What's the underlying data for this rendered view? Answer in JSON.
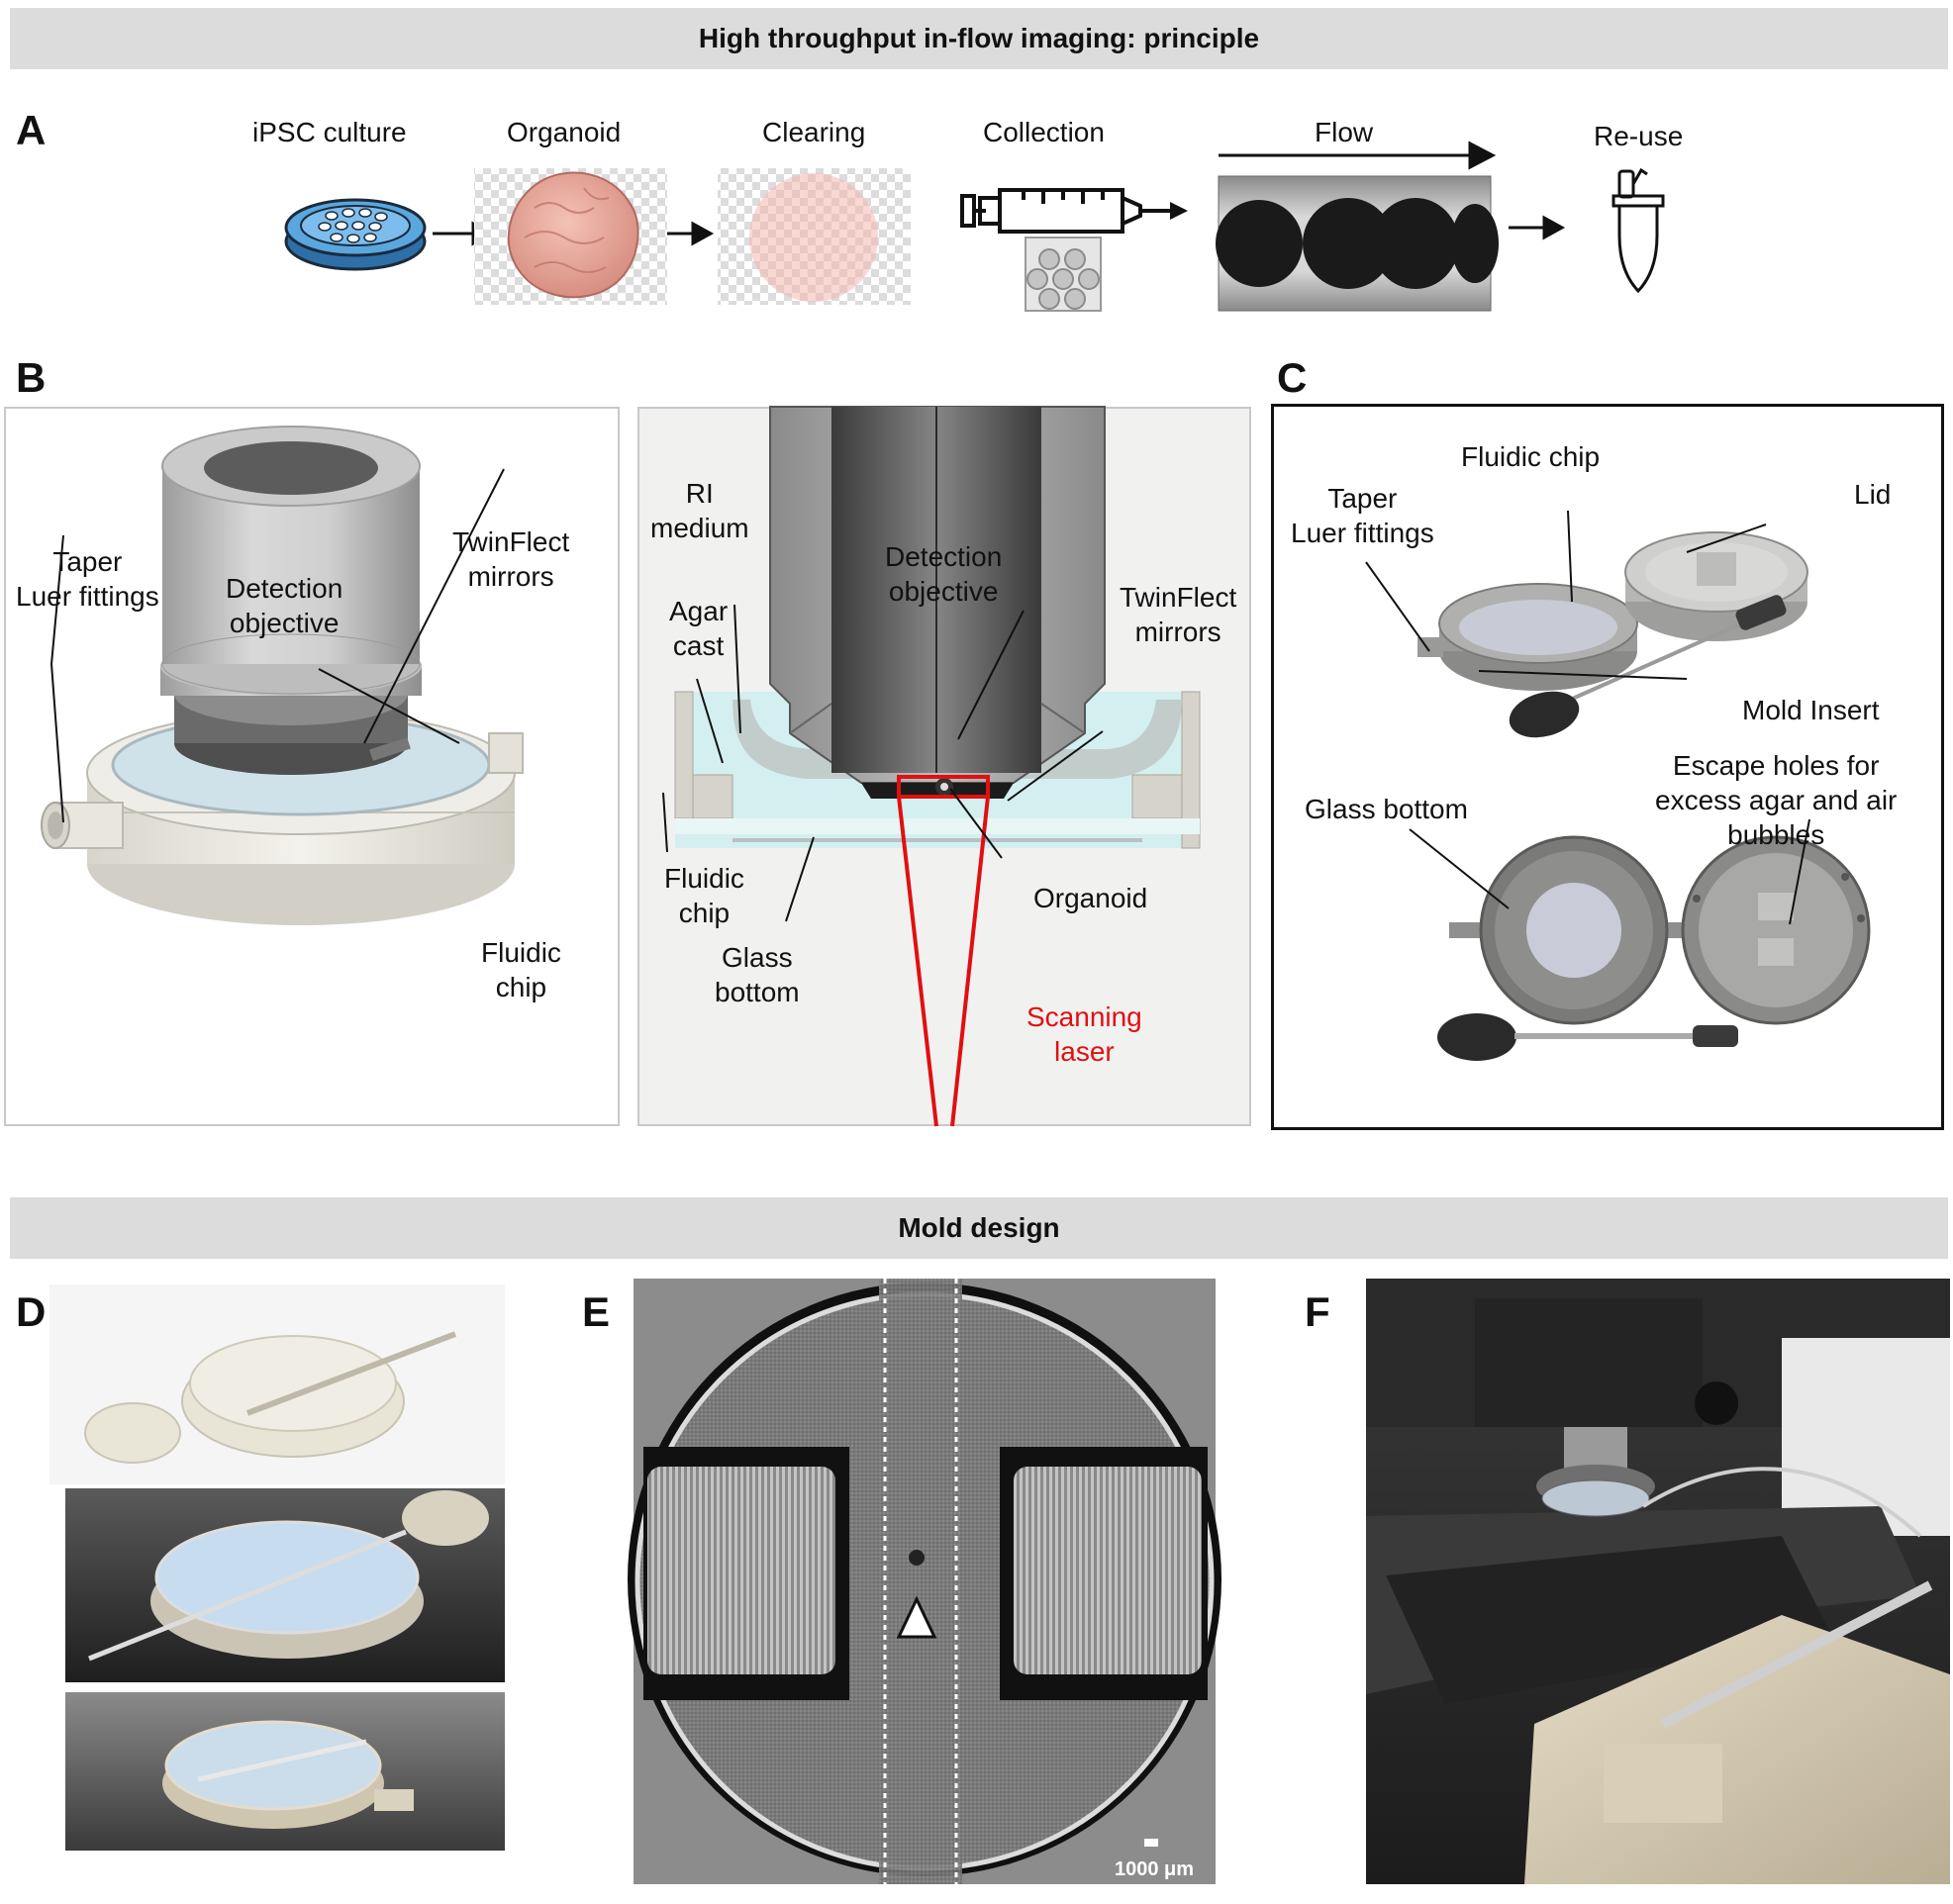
{
  "banners": {
    "principle": "High throughput in-flow imaging: principle",
    "mold": "Mold design"
  },
  "panels": {
    "A": "A",
    "B": "B",
    "C": "C",
    "D": "D",
    "E": "E",
    "F": "F"
  },
  "panel_a": {
    "steps": [
      "iPSC culture",
      "Organoid",
      "Clearing",
      "Collection",
      "Flow",
      "Re-use"
    ]
  },
  "panel_b_left": {
    "taper": "Taper\nLuer fittings",
    "objective": "Detection\nobjective",
    "mirrors": "TwinFlect\nmirrors",
    "chip": "Fluidic\nchip"
  },
  "panel_b_right": {
    "ri": "RI\nmedium",
    "objective": "Detection\nobjective",
    "agar": "Agar\ncast",
    "mirrors": "TwinFlect\nmirrors",
    "chip": "Fluidic\nchip",
    "organoid": "Organoid",
    "glass": "Glass\nbottom",
    "laser": "Scanning\nlaser"
  },
  "panel_c": {
    "fluidic_chip": "Fluidic chip",
    "lid": "Lid",
    "taper": "Taper\nLuer fittings",
    "mold_insert": "Mold Insert",
    "glass_bottom": "Glass bottom",
    "escape": "Escape holes for\nexcess agar and air\nbubbles"
  },
  "panel_e": {
    "scale_bar": "1000 μm"
  },
  "colors": {
    "banner": "#dcdcdc",
    "laser": "#e01010",
    "petri": "#5aa7e0",
    "organoid": "#e7a89c"
  }
}
